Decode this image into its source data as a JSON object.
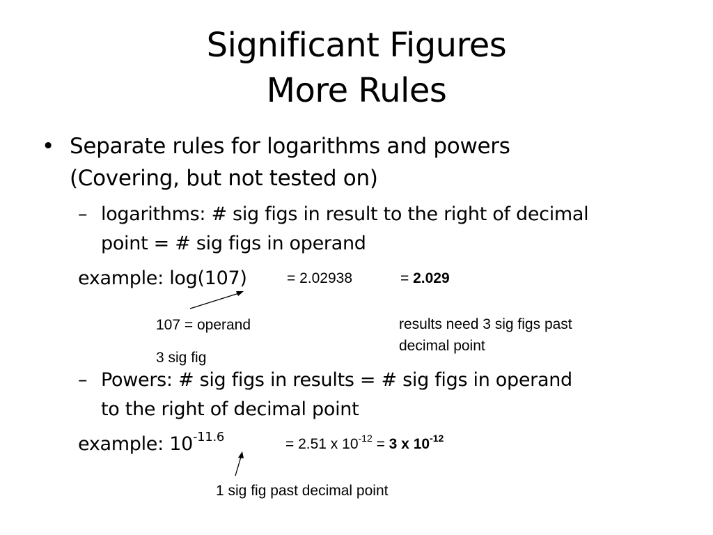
{
  "title": {
    "line1": "Significant Figures",
    "line2": "More Rules"
  },
  "bullet": {
    "marker": "•",
    "line1": "Separate rules for logarithms and powers",
    "line2": "(Covering, but not tested on)"
  },
  "logs": {
    "dash": "–",
    "line1": "logarithms:  # sig figs in result to the right of decimal",
    "line2": "point = # sig figs in operand",
    "example_label": "example:  log(107)",
    "result": "= 2.02938",
    "rounded_prefix": "= ",
    "rounded": "2.029",
    "note_operand_1": "107 = operand",
    "note_operand_2": "3 sig fig",
    "note_result_1": "results need 3 sig figs past",
    "note_result_2": "decimal point"
  },
  "powers": {
    "dash": "–",
    "line1": "Powers:  # sig figs in results = # sig figs in operand",
    "line2": "to the right of decimal point",
    "example_label": "example: 10",
    "example_exp": "-11.6",
    "result_prefix": "= 2.51 x 10",
    "result_exp": "-12",
    "rounded_prefix": " = ",
    "rounded": "3 x 10",
    "rounded_exp": "-12",
    "note": "1 sig fig past decimal point"
  }
}
